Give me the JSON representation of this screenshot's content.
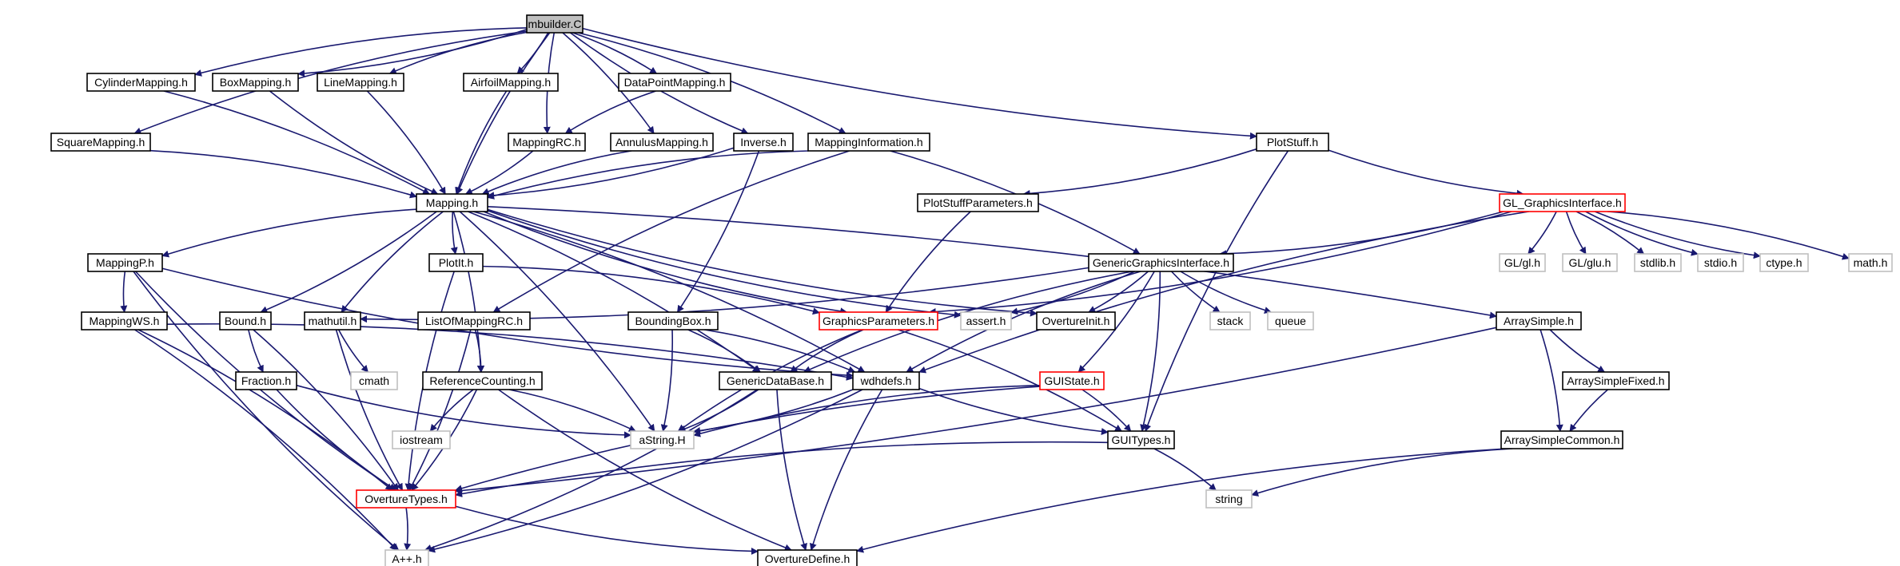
{
  "colors": {
    "edge": "#191970",
    "default_border": "#000000",
    "highlighted_border": "#ff0000",
    "system_border": "#bfbfbf",
    "root_fill": "#bfbfbf",
    "fill": "#ffffff"
  },
  "nodes": [
    {
      "id": "mbuilder",
      "label": "mbuilder.C",
      "style": "root"
    },
    {
      "id": "CylinderMapping",
      "label": "CylinderMapping.h",
      "style": "normal"
    },
    {
      "id": "BoxMapping",
      "label": "BoxMapping.h",
      "style": "normal"
    },
    {
      "id": "LineMapping",
      "label": "LineMapping.h",
      "style": "normal"
    },
    {
      "id": "AirfoilMapping",
      "label": "AirfoilMapping.h",
      "style": "normal"
    },
    {
      "id": "DataPointMapping",
      "label": "DataPointMapping.h",
      "style": "normal"
    },
    {
      "id": "SquareMapping",
      "label": "SquareMapping.h",
      "style": "normal"
    },
    {
      "id": "MappingRC",
      "label": "MappingRC.h",
      "style": "normal"
    },
    {
      "id": "AnnulusMapping",
      "label": "AnnulusMapping.h",
      "style": "normal"
    },
    {
      "id": "Inverse",
      "label": "Inverse.h",
      "style": "normal"
    },
    {
      "id": "MappingInformation",
      "label": "MappingInformation.h",
      "style": "normal"
    },
    {
      "id": "PlotStuff",
      "label": "PlotStuff.h",
      "style": "normal"
    },
    {
      "id": "Mapping",
      "label": "Mapping.h",
      "style": "normal"
    },
    {
      "id": "PlotStuffParameters",
      "label": "PlotStuffParameters.h",
      "style": "normal"
    },
    {
      "id": "GL_GraphicsInterface",
      "label": "GL_GraphicsInterface.h",
      "style": "red"
    },
    {
      "id": "MappingP",
      "label": "MappingP.h",
      "style": "normal"
    },
    {
      "id": "PlotIt",
      "label": "PlotIt.h",
      "style": "normal"
    },
    {
      "id": "GenericGraphicsInterface",
      "label": "GenericGraphicsInterface.h",
      "style": "normal"
    },
    {
      "id": "GLgl",
      "label": "GL/gl.h",
      "style": "system"
    },
    {
      "id": "GLglu",
      "label": "GL/glu.h",
      "style": "system"
    },
    {
      "id": "stdlib",
      "label": "stdlib.h",
      "style": "system"
    },
    {
      "id": "stdio",
      "label": "stdio.h",
      "style": "system"
    },
    {
      "id": "ctype",
      "label": "ctype.h",
      "style": "system"
    },
    {
      "id": "math",
      "label": "math.h",
      "style": "system"
    },
    {
      "id": "MappingWS",
      "label": "MappingWS.h",
      "style": "normal"
    },
    {
      "id": "Bound",
      "label": "Bound.h",
      "style": "normal"
    },
    {
      "id": "mathutil",
      "label": "mathutil.h",
      "style": "normal"
    },
    {
      "id": "ListOfMappingRC",
      "label": "ListOfMappingRC.h",
      "style": "normal"
    },
    {
      "id": "BoundingBox",
      "label": "BoundingBox.h",
      "style": "normal"
    },
    {
      "id": "GraphicsParameters",
      "label": "GraphicsParameters.h",
      "style": "red"
    },
    {
      "id": "assert",
      "label": "assert.h",
      "style": "system"
    },
    {
      "id": "OvertureInit",
      "label": "OvertureInit.h",
      "style": "normal"
    },
    {
      "id": "stack",
      "label": "stack",
      "style": "system"
    },
    {
      "id": "queue",
      "label": "queue",
      "style": "system"
    },
    {
      "id": "ArraySimple",
      "label": "ArraySimple.h",
      "style": "normal"
    },
    {
      "id": "Fraction",
      "label": "Fraction.h",
      "style": "normal"
    },
    {
      "id": "cmath",
      "label": "cmath",
      "style": "system"
    },
    {
      "id": "ReferenceCounting",
      "label": "ReferenceCounting.h",
      "style": "normal"
    },
    {
      "id": "GenericDataBase",
      "label": "GenericDataBase.h",
      "style": "normal"
    },
    {
      "id": "wdhdefs",
      "label": "wdhdefs.h",
      "style": "normal"
    },
    {
      "id": "GUIState",
      "label": "GUIState.h",
      "style": "red"
    },
    {
      "id": "ArraySimpleFixed",
      "label": "ArraySimpleFixed.h",
      "style": "normal"
    },
    {
      "id": "iostream",
      "label": "iostream",
      "style": "system"
    },
    {
      "id": "aString",
      "label": "aString.H",
      "style": "system"
    },
    {
      "id": "GUITypes",
      "label": "GUITypes.h",
      "style": "normal"
    },
    {
      "id": "ArraySimpleCommon",
      "label": "ArraySimpleCommon.h",
      "style": "normal"
    },
    {
      "id": "OvertureTypes",
      "label": "OvertureTypes.h",
      "style": "red"
    },
    {
      "id": "string",
      "label": "string",
      "style": "system"
    },
    {
      "id": "App",
      "label": "A++.h",
      "style": "system"
    },
    {
      "id": "OvertureDefine",
      "label": "OvertureDefine.h",
      "style": "normal"
    }
  ],
  "edges": [
    [
      "mbuilder",
      "CylinderMapping"
    ],
    [
      "mbuilder",
      "BoxMapping"
    ],
    [
      "mbuilder",
      "LineMapping"
    ],
    [
      "mbuilder",
      "AirfoilMapping"
    ],
    [
      "mbuilder",
      "DataPointMapping"
    ],
    [
      "mbuilder",
      "SquareMapping"
    ],
    [
      "mbuilder",
      "MappingRC"
    ],
    [
      "mbuilder",
      "AnnulusMapping"
    ],
    [
      "mbuilder",
      "Inverse"
    ],
    [
      "mbuilder",
      "MappingInformation"
    ],
    [
      "mbuilder",
      "PlotStuff"
    ],
    [
      "mbuilder",
      "Mapping"
    ],
    [
      "CylinderMapping",
      "Mapping"
    ],
    [
      "BoxMapping",
      "Mapping"
    ],
    [
      "LineMapping",
      "Mapping"
    ],
    [
      "AirfoilMapping",
      "Mapping"
    ],
    [
      "DataPointMapping",
      "MappingRC"
    ],
    [
      "SquareMapping",
      "Mapping"
    ],
    [
      "MappingRC",
      "Mapping"
    ],
    [
      "AnnulusMapping",
      "Mapping"
    ],
    [
      "Inverse",
      "Mapping"
    ],
    [
      "Inverse",
      "BoundingBox"
    ],
    [
      "MappingInformation",
      "Mapping"
    ],
    [
      "MappingInformation",
      "ListOfMappingRC"
    ],
    [
      "MappingInformation",
      "GenericGraphicsInterface"
    ],
    [
      "PlotStuff",
      "PlotStuffParameters"
    ],
    [
      "PlotStuff",
      "GL_GraphicsInterface"
    ],
    [
      "PlotStuff",
      "GUITypes"
    ],
    [
      "PlotStuffParameters",
      "GraphicsParameters"
    ],
    [
      "GL_GraphicsInterface",
      "GenericGraphicsInterface"
    ],
    [
      "GL_GraphicsInterface",
      "GraphicsParameters"
    ],
    [
      "GL_GraphicsInterface",
      "GLgl"
    ],
    [
      "GL_GraphicsInterface",
      "GLglu"
    ],
    [
      "GL_GraphicsInterface",
      "stdlib"
    ],
    [
      "GL_GraphicsInterface",
      "stdio"
    ],
    [
      "GL_GraphicsInterface",
      "ctype"
    ],
    [
      "GL_GraphicsInterface",
      "math"
    ],
    [
      "GL_GraphicsInterface",
      "wdhdefs"
    ],
    [
      "Mapping",
      "MappingP"
    ],
    [
      "Mapping",
      "PlotIt"
    ],
    [
      "Mapping",
      "Bound"
    ],
    [
      "Mapping",
      "mathutil"
    ],
    [
      "Mapping",
      "ReferenceCounting"
    ],
    [
      "Mapping",
      "GenericDataBase"
    ],
    [
      "Mapping",
      "wdhdefs"
    ],
    [
      "Mapping",
      "aString"
    ],
    [
      "Mapping",
      "assert"
    ],
    [
      "Mapping",
      "OvertureInit"
    ],
    [
      "Mapping",
      "ArraySimple"
    ],
    [
      "Mapping",
      "GraphicsParameters"
    ],
    [
      "MappingP",
      "MappingWS"
    ],
    [
      "MappingP",
      "wdhdefs"
    ],
    [
      "MappingP",
      "OvertureTypes"
    ],
    [
      "MappingP",
      "App"
    ],
    [
      "PlotIt",
      "GraphicsParameters"
    ],
    [
      "PlotIt",
      "OvertureTypes"
    ],
    [
      "GenericGraphicsInterface",
      "mathutil"
    ],
    [
      "GenericGraphicsInterface",
      "assert"
    ],
    [
      "GenericGraphicsInterface",
      "OvertureInit"
    ],
    [
      "GenericGraphicsInterface",
      "stack"
    ],
    [
      "GenericGraphicsInterface",
      "queue"
    ],
    [
      "GenericGraphicsInterface",
      "GenericDataBase"
    ],
    [
      "GenericGraphicsInterface",
      "wdhdefs"
    ],
    [
      "GenericGraphicsInterface",
      "GUIState"
    ],
    [
      "GenericGraphicsInterface",
      "GUITypes"
    ],
    [
      "MappingWS",
      "OvertureTypes"
    ],
    [
      "MappingWS",
      "App"
    ],
    [
      "MappingWS",
      "wdhdefs"
    ],
    [
      "Bound",
      "Fraction"
    ],
    [
      "Bound",
      "OvertureTypes"
    ],
    [
      "mathutil",
      "cmath"
    ],
    [
      "mathutil",
      "OvertureTypes"
    ],
    [
      "ListOfMappingRC",
      "ReferenceCounting"
    ],
    [
      "ListOfMappingRC",
      "OvertureTypes"
    ],
    [
      "BoundingBox",
      "GenericDataBase"
    ],
    [
      "BoundingBox",
      "aString"
    ],
    [
      "BoundingBox",
      "wdhdefs"
    ],
    [
      "GraphicsParameters",
      "GenericDataBase"
    ],
    [
      "GraphicsParameters",
      "aString"
    ],
    [
      "GraphicsParameters",
      "GUITypes"
    ],
    [
      "ArraySimple",
      "ArraySimpleFixed"
    ],
    [
      "ArraySimple",
      "ArraySimpleCommon"
    ],
    [
      "ArraySimple",
      "OvertureTypes"
    ],
    [
      "Fraction",
      "OvertureTypes"
    ],
    [
      "Fraction",
      "aString"
    ],
    [
      "ReferenceCounting",
      "iostream"
    ],
    [
      "ReferenceCounting",
      "aString"
    ],
    [
      "ReferenceCounting",
      "OvertureTypes"
    ],
    [
      "ReferenceCounting",
      "OvertureDefine"
    ],
    [
      "GenericDataBase",
      "aString"
    ],
    [
      "GenericDataBase",
      "OvertureDefine"
    ],
    [
      "GenericDataBase",
      "App"
    ],
    [
      "wdhdefs",
      "aString"
    ],
    [
      "wdhdefs",
      "GUITypes"
    ],
    [
      "wdhdefs",
      "OvertureDefine"
    ],
    [
      "wdhdefs",
      "App"
    ],
    [
      "GUIState",
      "GUITypes"
    ],
    [
      "GUIState",
      "aString"
    ],
    [
      "GUIState",
      "OvertureTypes"
    ],
    [
      "ArraySimpleFixed",
      "ArraySimpleCommon"
    ],
    [
      "GUITypes",
      "string"
    ],
    [
      "GUITypes",
      "OvertureTypes"
    ],
    [
      "ArraySimpleCommon",
      "string"
    ],
    [
      "ArraySimpleCommon",
      "OvertureDefine"
    ],
    [
      "OvertureTypes",
      "App"
    ],
    [
      "OvertureTypes",
      "OvertureDefine"
    ]
  ]
}
